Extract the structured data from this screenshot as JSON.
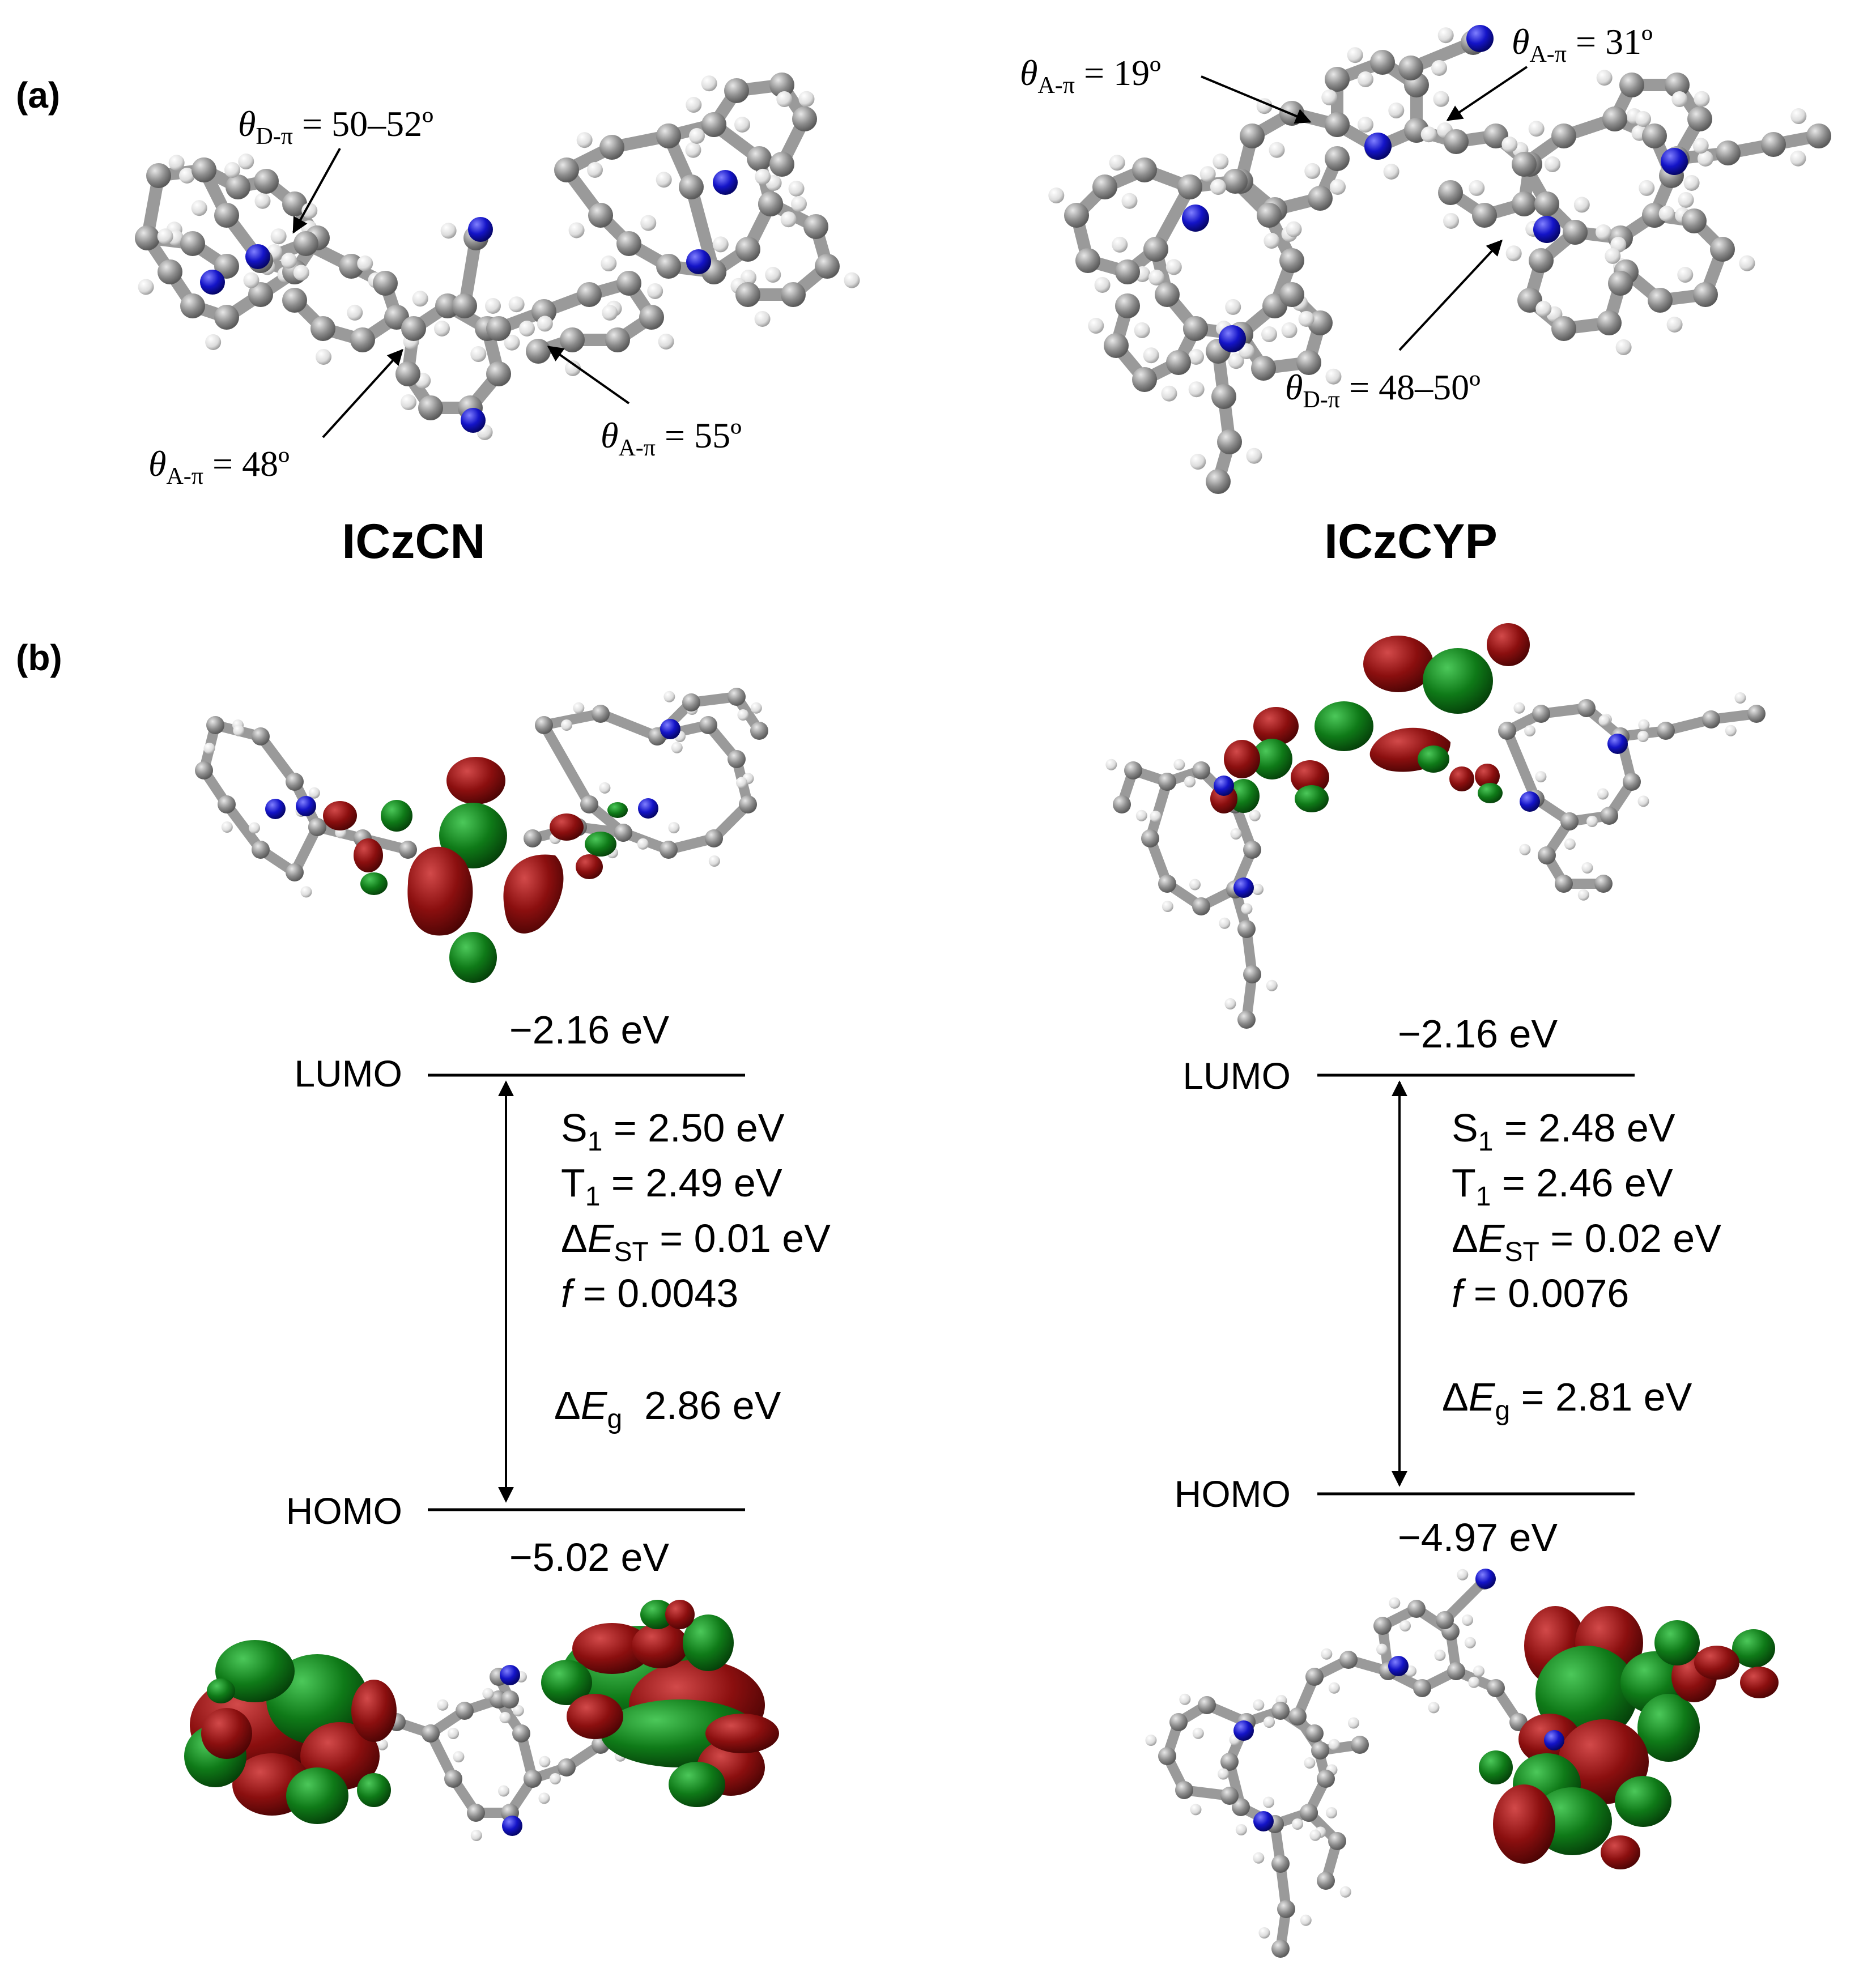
{
  "panel_a": {
    "letter": "(a)",
    "left": {
      "name": "ICzCN",
      "angles": [
        {
          "sub": "D-π",
          "value": " = 50–52º"
        },
        {
          "sub": "A-π",
          "value": " = 48º"
        },
        {
          "sub": "A-π",
          "value": " = 55º"
        }
      ]
    },
    "right": {
      "name": "ICzCYP",
      "angles": [
        {
          "sub": "A-π",
          "value": " = 19º"
        },
        {
          "sub": "A-π",
          "value": " = 31º"
        },
        {
          "sub": "D-π",
          "value": " = 48–50º"
        }
      ]
    }
  },
  "panel_b": {
    "letter": "(b)",
    "left": {
      "lumo_label": "LUMO",
      "homo_label": "HOMO",
      "lumo_energy": "−2.16 eV",
      "homo_energy": "−5.02 eV",
      "s1": {
        "base": "S",
        "sub": "1",
        "rest": " = 2.50 eV"
      },
      "t1": {
        "base": "T",
        "sub": "1",
        "rest": " = 2.49 eV"
      },
      "dest": {
        "delta": "Δ",
        "e": "E",
        "sub": "ST",
        "rest": " = 0.01 eV"
      },
      "f": {
        "sym": "f",
        "rest": " = 0.0043"
      },
      "deg": {
        "delta": "Δ",
        "e": "E",
        "sub": "g",
        "rest": "  2.86 eV"
      }
    },
    "right": {
      "lumo_label": "LUMO",
      "homo_label": "HOMO",
      "lumo_energy": "−2.16 eV",
      "homo_energy": "−4.97 eV",
      "s1": {
        "base": "S",
        "sub": "1",
        "rest": " = 2.48 eV"
      },
      "t1": {
        "base": "T",
        "sub": "1",
        "rest": " = 2.46 eV"
      },
      "dest": {
        "delta": "Δ",
        "e": "E",
        "sub": "ST",
        "rest": " = 0.02 eV"
      },
      "f": {
        "sym": "f",
        "rest": " = 0.0076"
      },
      "deg": {
        "delta": "Δ",
        "e": "E",
        "sub": "g",
        "rest": " = 2.81 eV"
      }
    }
  },
  "colors": {
    "carbon": "#8c8c8c",
    "hydrogen": "#e6e6e6",
    "nitrogen": "#1414c8",
    "orbital_positive": "#8b0f0f",
    "orbital_negative": "#0f7a18",
    "line": "#000000"
  }
}
